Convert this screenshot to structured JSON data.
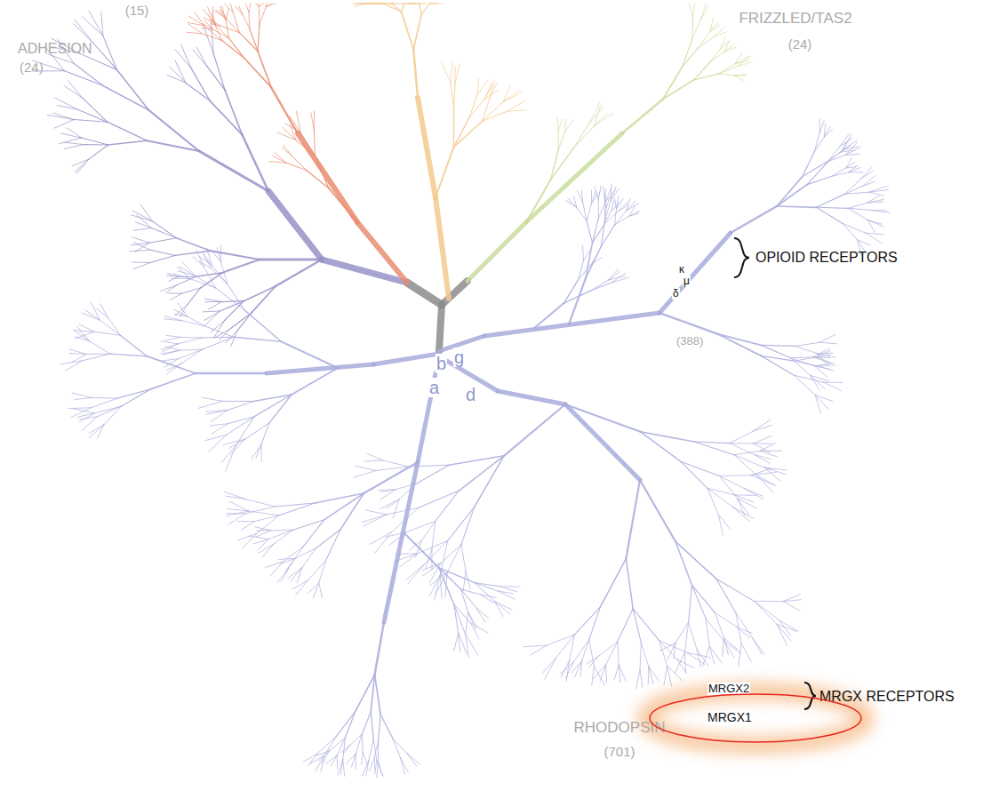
{
  "diagram": {
    "nodes": [
      {
        "text": [
          "MRGX1"
        ]
      }
    ],
    "labels": [
      "(15)",
      "ADHESION",
      "(24)",
      "FRIZZLED/TAS2",
      "(24)",
      "OPIOID RECEPTORS",
      "κ",
      "μ",
      "δ",
      "g",
      "b",
      "d",
      "a",
      "(388)",
      "MRGX2",
      "MRGX RECEPTORS",
      "RHODOPSIN",
      "(701)"
    ]
  }
}
